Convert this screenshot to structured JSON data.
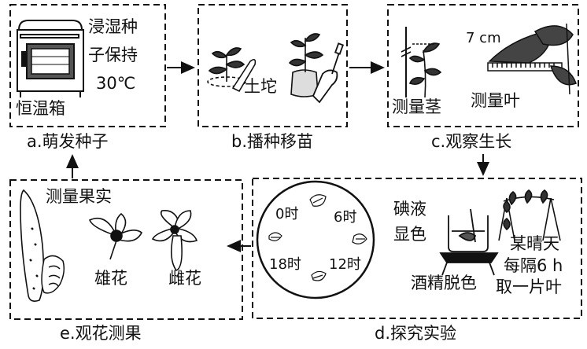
{
  "panels": {
    "a": {
      "caption": "a.萌发种子",
      "labels": [
        "浸湿种",
        "子保持",
        "30℃",
        "恒温箱"
      ]
    },
    "b": {
      "caption": "b.播种移苗",
      "labels": [
        "土坨"
      ]
    },
    "c": {
      "caption": "c.观察生长",
      "labels": [
        "7 cm",
        "测量茎",
        "测量叶"
      ]
    },
    "d": {
      "caption": "d.探究实验",
      "clock": [
        "0时",
        "6时",
        "18时",
        "12时"
      ],
      "labels": [
        "碘液",
        "显色",
        "酒精脱色",
        "某晴天",
        "每隔6 h",
        "取一片叶"
      ]
    },
    "e": {
      "caption": "e.观花测果",
      "labels": [
        "测量果实",
        "雄花",
        "雌花"
      ]
    }
  },
  "colors": {
    "ink": "#111111",
    "background": "#ffffff"
  },
  "icons": [
    "incubator-icon",
    "seedling-icon",
    "trowel-icon",
    "plant-stem-icon",
    "leaf-ruler-icon",
    "leaf-icon",
    "beaker-icon",
    "burner-icon",
    "tripod-plant-icon",
    "cucumber-icon",
    "male-flower-icon",
    "female-flower-icon",
    "hand-icon"
  ]
}
